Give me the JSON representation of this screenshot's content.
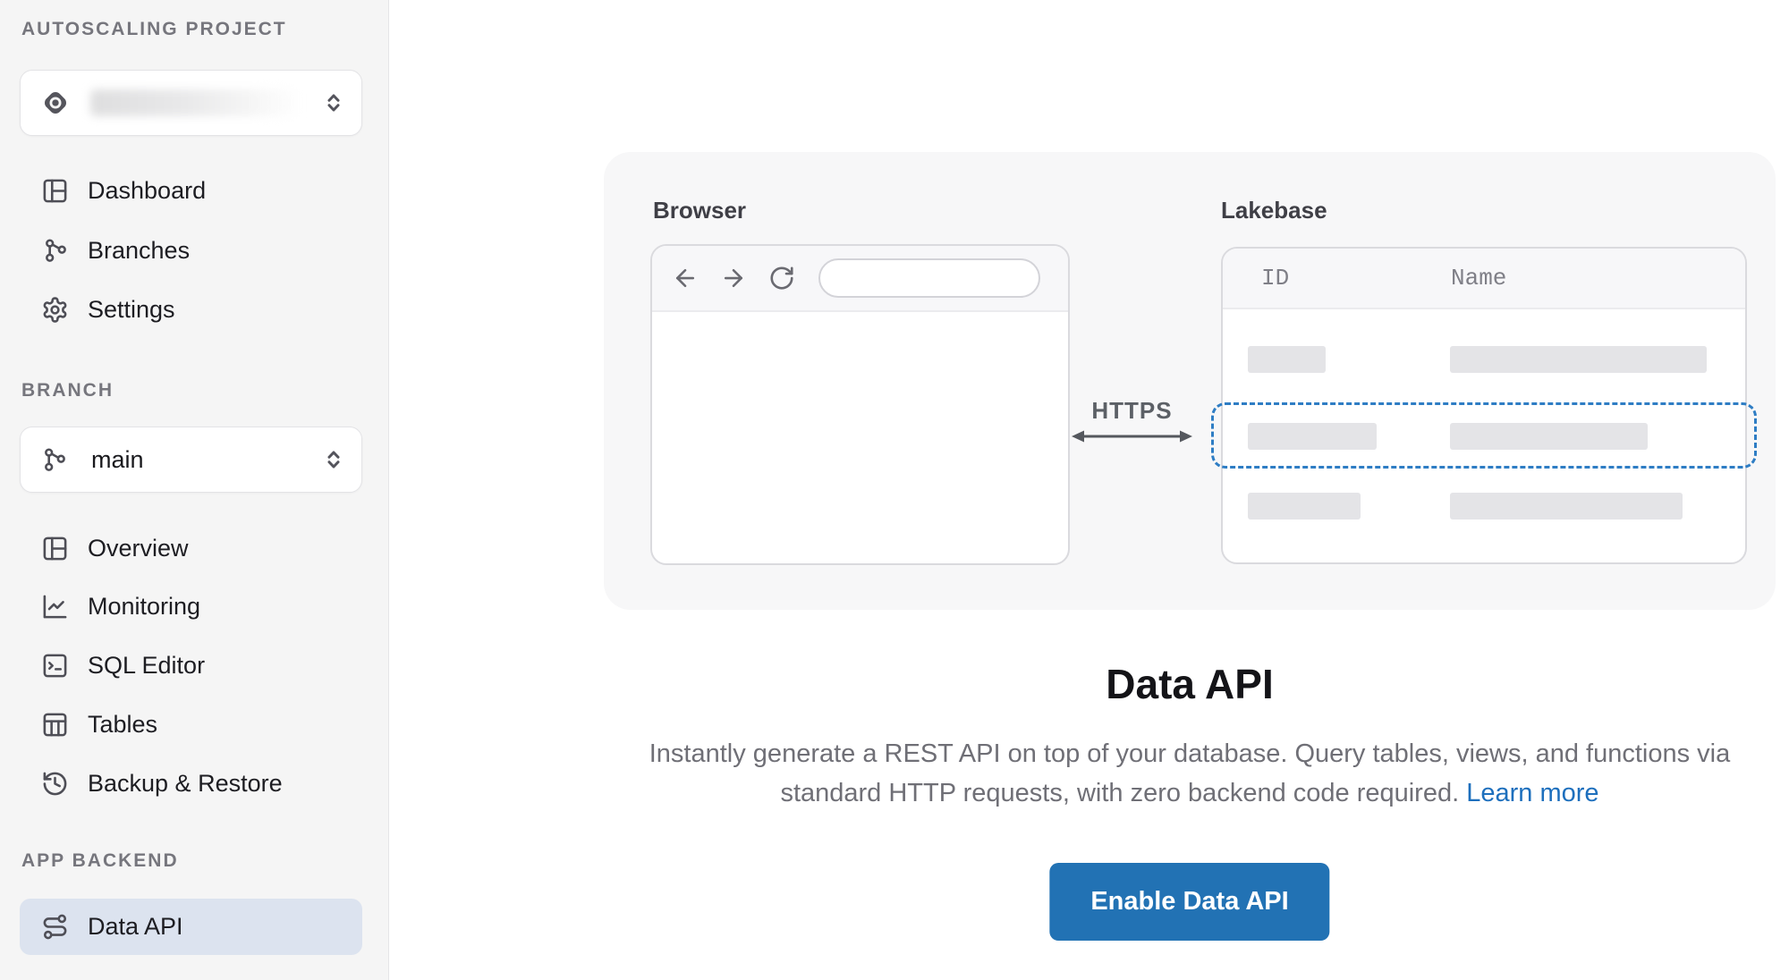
{
  "sidebar": {
    "section_project_label": "AUTOSCALING PROJECT",
    "section_branch_label": "BRANCH",
    "section_app_backend_label": "APP BACKEND",
    "project_selector": {
      "value_hidden": "",
      "note": "project name is blurred in UI"
    },
    "branch_selector": {
      "value": "main"
    },
    "nav_project": [
      {
        "label": "Dashboard",
        "icon": "dashboard-panels-icon",
        "active": false
      },
      {
        "label": "Branches",
        "icon": "git-branch-icon",
        "active": false
      },
      {
        "label": "Settings",
        "icon": "gear-icon",
        "active": false
      }
    ],
    "nav_branch": [
      {
        "label": "Overview",
        "icon": "panels-icon",
        "active": false
      },
      {
        "label": "Monitoring",
        "icon": "line-chart-icon",
        "active": false
      },
      {
        "label": "SQL Editor",
        "icon": "terminal-icon",
        "active": false
      },
      {
        "label": "Tables",
        "icon": "table-icon",
        "active": false
      },
      {
        "label": "Backup & Restore",
        "icon": "history-icon",
        "active": false
      }
    ],
    "nav_app": [
      {
        "label": "Data API",
        "icon": "route-icon",
        "active": true
      }
    ]
  },
  "main": {
    "illustration": {
      "browser_label": "Browser",
      "lakebase_label": "Lakebase",
      "protocol_label": "HTTPS",
      "table_columns": [
        "ID",
        "Name"
      ],
      "highlighted_row_index": 2
    },
    "heading": "Data API",
    "description_line1": "Instantly generate a REST API on top of your database. Query tables, views, and functions via",
    "description_line2": "standard HTTP requests, with zero backend code required.",
    "learn_more_label": "Learn more",
    "enable_button_label": "Enable Data API"
  },
  "colors": {
    "accent_blue": "#2272b4",
    "link_blue": "#1d6fbd",
    "dashed_highlight_blue": "#2e7dc4",
    "active_item_bg": "#dce3ef",
    "sidebar_bg": "#f5f5f5",
    "illustration_bg": "#f7f7f8"
  }
}
